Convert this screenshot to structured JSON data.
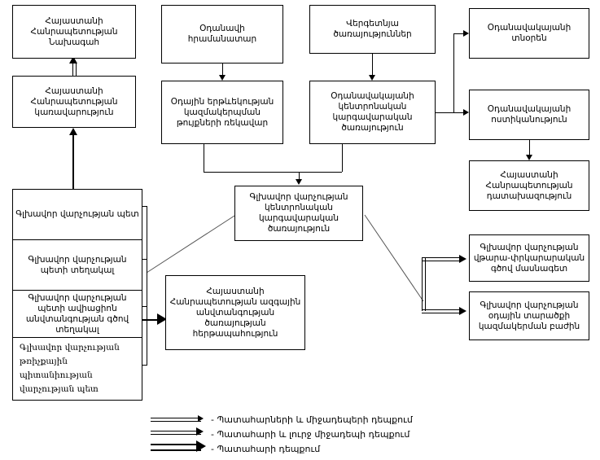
{
  "diagram": {
    "title_lang": "hy",
    "nodes": {
      "president": "Հայաստանի Հանրապետության Նախագահ",
      "government": "Հայաստանի Հանրապետության կառավարություն",
      "air_code": "Օդանավի hրամանատար",
      "air_transport_org_head": "Օդային երթևեկության կազմակերպման թույքների ռեկավար",
      "verge_services": "Վերգետնյա ծառայություններ",
      "aviation_central_admin": "Օդանավակայանի կենտրոնական կարգավարական ծառայություն",
      "airport_director": "Օդանավակայանի տնօրեն",
      "airport_police": "Օդանավակայանի ոստիկանություն",
      "prosecutor": "Հայաստանի Հանրապետության դատախազություն",
      "main_admin_central": "Գլխավոր վարչության կենտրոնական կարգավարական ծառայություն",
      "natsec_investigation": "Հայաստանի Հանրապետության ազգային անվտանգության ծառայության հերթապահություն",
      "analytic_dept": "Գլխավոր վարչության վթարա-փրկարարական գծով մասնագետ",
      "air_space_dept": "Գլխավոր վարչության oդային տարածքի կազմակերման բաժին"
    },
    "left_stack": [
      "Գլխավոր վարչության պետ",
      "Գլխավոր վարչության պետի տեղակալ",
      "Գլխավոր վարչության պետի ավիացիոն անվտանգության գծով տեղակալ",
      "Գլխավոր վարչության թռիչքային պիտանիության վարչության պետ"
    ],
    "legend": [
      {
        "style": "thin-double-line",
        "label": "- Պատահարների և միջադեպերի դեպքում"
      },
      {
        "style": "double-line",
        "label": "- Պատահարի և լուրջ միջադեպի դեպքում"
      },
      {
        "style": "heavy-double-line",
        "label": "- Պատահարի դեպքում"
      }
    ],
    "colors": {
      "stroke": "#000000",
      "background": "#ffffff"
    }
  }
}
